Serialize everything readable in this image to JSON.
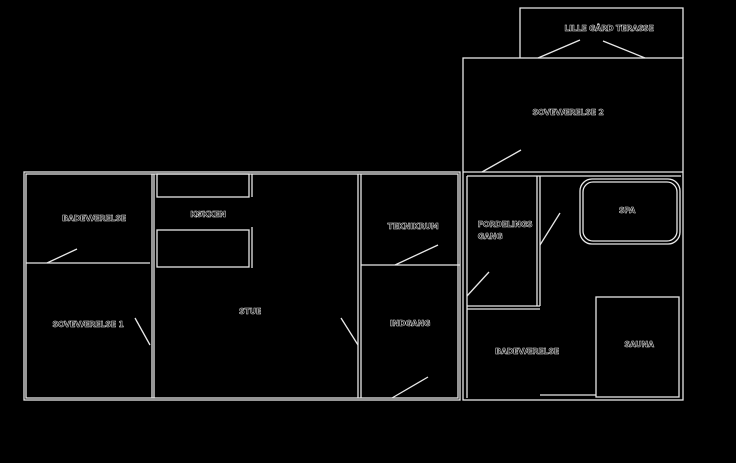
{
  "rooms": {
    "badevaerelse_1": "BADEVÆRELSE",
    "koekken": "KØKKEN",
    "sovevaerelse_1": "SOVEVÆRELSE 1",
    "stue": "STUE",
    "teknikrum": "TEKNIKRUM",
    "indgang": "INDGANG",
    "fordelingsgang_line1": "FORDELINGS",
    "fordelingsgang_line2": "GANG",
    "spa": "SPA",
    "badevaerelse_2": "BADEVÆRELSE",
    "sauna": "SAUNA",
    "sovevaerelse_2": "SOVEVÆRELSE 2",
    "lille_gaard_terasse": "LILLE GÅRD TERASSE"
  }
}
